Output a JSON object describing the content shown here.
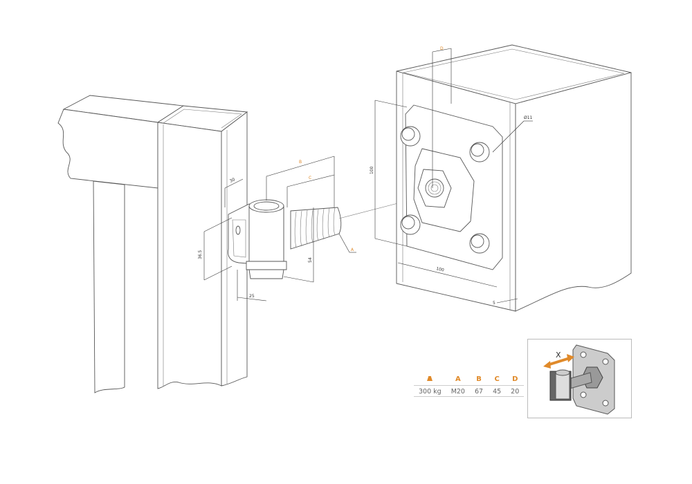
{
  "colors": {
    "accent": "#e08a2a",
    "line": "#555555"
  },
  "dimensions": {
    "b": "B",
    "c": "C",
    "a": "A",
    "d": "D",
    "bracket_width": "30",
    "bracket_height": "36.5",
    "eye_height": "54",
    "eye_offset": "25",
    "hole_diameter": "Ø11",
    "plate_height": "100",
    "plate_width": "100",
    "plate_offset": "5"
  },
  "spec_table": {
    "weight_icon": "weight-icon",
    "headers": [
      "A",
      "B",
      "C",
      "D"
    ],
    "values": [
      "300 kg",
      "M20",
      "67",
      "45",
      "20"
    ]
  },
  "thumbnail": {
    "label": "X"
  }
}
